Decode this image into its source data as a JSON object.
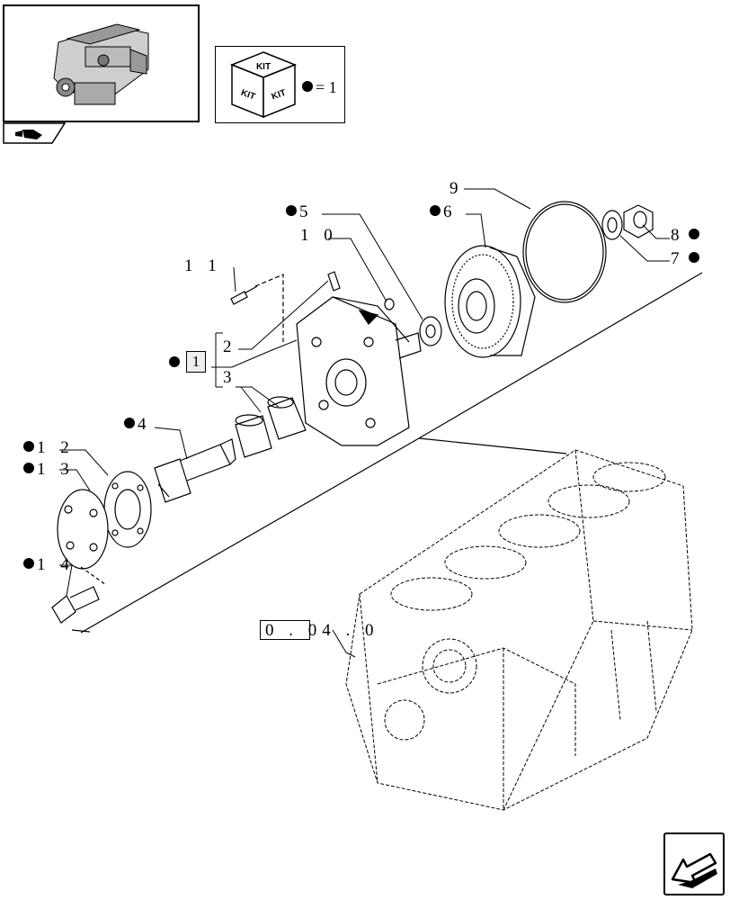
{
  "kit_legend": {
    "symbol_text": "KIT",
    "equals_text": "= 1"
  },
  "callouts": {
    "c1": "1",
    "c2": "2",
    "c3": "3",
    "c4": "4",
    "c5": "5",
    "c6": "6",
    "c7": "7",
    "c8": "8",
    "c9": "9",
    "c10": "1 0",
    "c11": "1 1",
    "c12": "1 2",
    "c13": "1 3",
    "c14": "1 4"
  },
  "reference": {
    "box_text": "0 . 0",
    "tail_text": "4 . 0"
  },
  "icons": {
    "thumbnail": "engine-thumbnail-icon",
    "tab": "engine-tab-icon",
    "kit": "kit-cube-icon",
    "next": "next-page-arrow-icon"
  }
}
